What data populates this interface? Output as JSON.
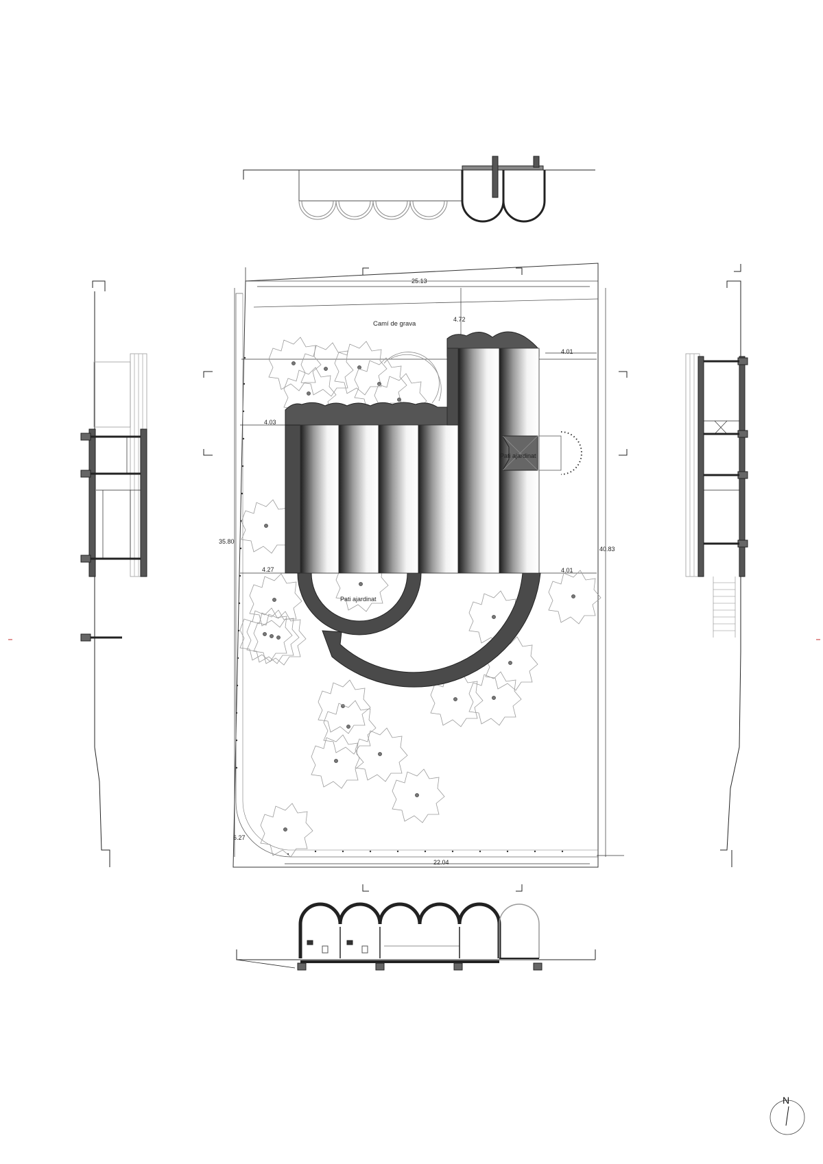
{
  "labels": {
    "gravel_path": "Camí de grava",
    "garden_patio_east": "Pati ajardinat",
    "garden_patio_south": "Pati ajardinat",
    "north": "N"
  },
  "dimensions": {
    "top_width": "25.13",
    "bottom_width": "22.04",
    "left_height": "35.80",
    "right_height": "40.83",
    "tower_width": "4.72",
    "right_offset_top": "4.01",
    "right_offset_bottom": "4.01",
    "left_offset_top": "4.03",
    "left_offset_bottom": "4.27",
    "corner_radius": "6.27"
  }
}
